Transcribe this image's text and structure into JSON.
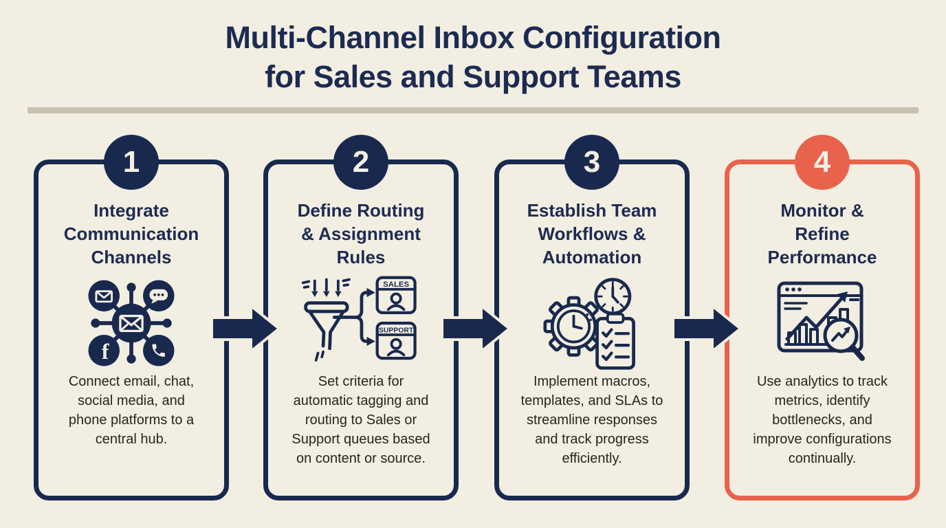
{
  "header": {
    "title": "Multi-Channel Inbox Configuration\nfor Sales and Support Teams"
  },
  "colors": {
    "background": "#f2eee1",
    "navy": "#19294e",
    "coral": "#e8624c",
    "divider": "#c7c1b0",
    "heading_text": "#1d2b52",
    "body_text": "#26241e"
  },
  "steps": [
    {
      "number": "1",
      "title": "Integrate\nCommunication\nChannels",
      "description": "Connect email, chat,\nsocial media, and\nphone platforms to a\ncentral hub.",
      "icon": "communication-hub-icon",
      "accent": "navy"
    },
    {
      "number": "2",
      "title": "Define Routing\n& Assignment\nRules",
      "description": "Set criteria for\nautomatic tagging and\nrouting to Sales or\nSupport queues based\non content or source.",
      "icon": "routing-funnel-icon",
      "accent": "navy",
      "icon_labels": {
        "sales": "SALES",
        "support": "SUPPORT"
      }
    },
    {
      "number": "3",
      "title": "Establish Team\nWorkflows &\nAutomation",
      "description": "Implement macros,\ntemplates, and SLAs to\nstreamline responses\nand track progress\nefficiently.",
      "icon": "workflow-automation-icon",
      "accent": "navy"
    },
    {
      "number": "4",
      "title": "Monitor &\nRefine\nPerformance",
      "description": "Use analytics to track\nmetrics, identify\nbottlenecks, and\nimprove configurations\ncontinually.",
      "icon": "analytics-icon",
      "accent": "coral"
    }
  ]
}
